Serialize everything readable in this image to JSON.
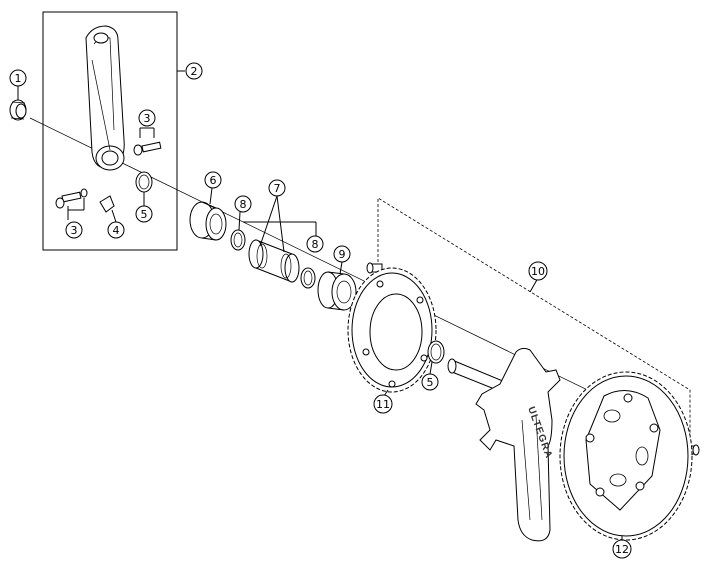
{
  "callouts": [
    {
      "id": "c1",
      "number": "1"
    },
    {
      "id": "c2",
      "number": "2"
    },
    {
      "id": "c3a",
      "number": "3"
    },
    {
      "id": "c3b",
      "number": "3"
    },
    {
      "id": "c4",
      "number": "4"
    },
    {
      "id": "c5a",
      "number": "5"
    },
    {
      "id": "c5b",
      "number": "5"
    },
    {
      "id": "c6",
      "number": "6"
    },
    {
      "id": "c7",
      "number": "7"
    },
    {
      "id": "c8a",
      "number": "8"
    },
    {
      "id": "c8b",
      "number": "8"
    },
    {
      "id": "c9",
      "number": "9"
    },
    {
      "id": "c10",
      "number": "10"
    },
    {
      "id": "c11",
      "number": "11"
    },
    {
      "id": "c12",
      "number": "12"
    }
  ],
  "brand": {
    "crank_arm_text": "ULTEGRA"
  }
}
